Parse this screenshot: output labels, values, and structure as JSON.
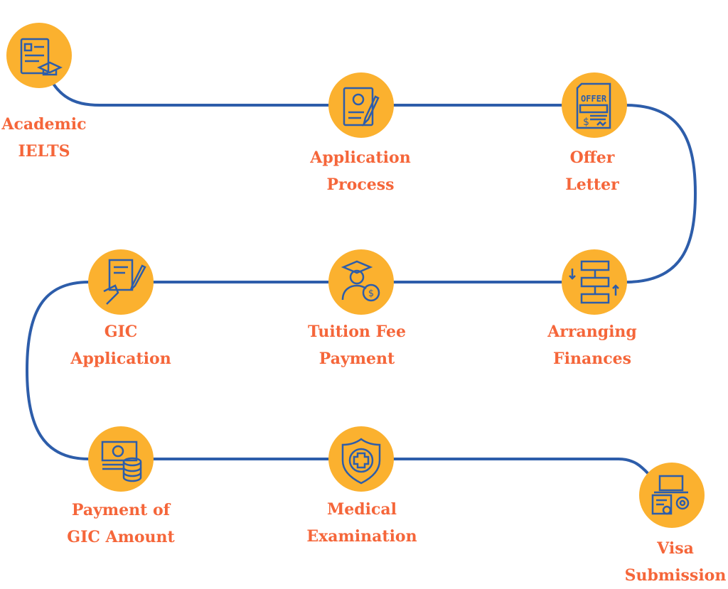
{
  "colors": {
    "circle": "#FBB12F",
    "line": "#2D5DAA",
    "icon": "#2D5DAA",
    "text": "#F5663A"
  },
  "steps": [
    {
      "line1": "Academic",
      "line2": "IELTS",
      "icon": "document-graduation-cap-icon"
    },
    {
      "line1": "Application",
      "line2": "Process",
      "icon": "profile-form-pen-icon"
    },
    {
      "line1": "Offer",
      "line2": "Letter",
      "icon": "offer-document-icon",
      "icon_text": "OFFER"
    },
    {
      "line1": "Arranging",
      "line2": "Finances",
      "icon": "flowchart-arrows-icon"
    },
    {
      "line1": "Tuition Fee",
      "line2": "Payment",
      "icon": "graduate-dollar-icon"
    },
    {
      "line1": "GIC",
      "line2": "Application",
      "icon": "hand-form-pen-icon"
    },
    {
      "line1": "Payment of",
      "line2": "GIC Amount",
      "icon": "cash-coins-icon"
    },
    {
      "line1": "Medical",
      "line2": "Examination",
      "icon": "shield-medical-cross-icon"
    },
    {
      "line1": "Visa",
      "line2": "Submission",
      "icon": "laptop-document-gear-icon"
    }
  ]
}
